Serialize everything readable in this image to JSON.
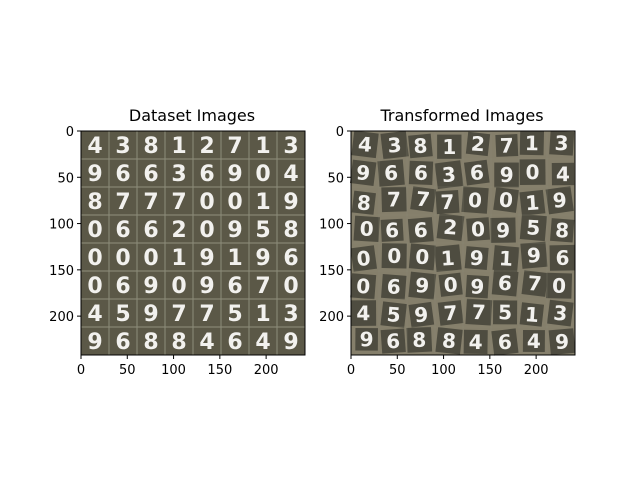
{
  "figure": {
    "panels": [
      {
        "id": "left",
        "title": "Dataset Images",
        "transformed": false,
        "xticks": [
          "0",
          "50",
          "100",
          "150",
          "200"
        ],
        "yticks": [
          "0",
          "50",
          "100",
          "150",
          "200"
        ],
        "digit_rows": [
          [
            "4",
            "3",
            "8",
            "1",
            "2",
            "7",
            "1",
            "3"
          ],
          [
            "9",
            "6",
            "6",
            "3",
            "6",
            "9",
            "0",
            "4"
          ],
          [
            "8",
            "7",
            "7",
            "7",
            "0",
            "0",
            "1",
            "9"
          ],
          [
            "0",
            "6",
            "6",
            "2",
            "0",
            "9",
            "5",
            "8"
          ],
          [
            "0",
            "0",
            "0",
            "1",
            "9",
            "1",
            "9",
            "6"
          ],
          [
            "0",
            "6",
            "9",
            "0",
            "9",
            "6",
            "7",
            "0"
          ],
          [
            "4",
            "5",
            "9",
            "7",
            "7",
            "5",
            "1",
            "3"
          ],
          [
            "9",
            "6",
            "8",
            "8",
            "4",
            "6",
            "4",
            "9"
          ]
        ]
      },
      {
        "id": "right",
        "title": "Transformed Images",
        "transformed": true,
        "xticks": [
          "0",
          "50",
          "100",
          "150",
          "200"
        ],
        "yticks": [
          "0",
          "50",
          "100",
          "150",
          "200"
        ],
        "digit_rows": [
          [
            "4",
            "3",
            "8",
            "1",
            "2",
            "7",
            "1",
            "3"
          ],
          [
            "9",
            "6",
            "6",
            "3",
            "6",
            "9",
            "0",
            "4"
          ],
          [
            "8",
            "7",
            "7",
            "7",
            "0",
            "0",
            "1",
            "9"
          ],
          [
            "0",
            "6",
            "6",
            "2",
            "0",
            "9",
            "5",
            "8"
          ],
          [
            "0",
            "0",
            "0",
            "1",
            "9",
            "1",
            "9",
            "6"
          ],
          [
            "0",
            "6",
            "9",
            "0",
            "9",
            "6",
            "7",
            "0"
          ],
          [
            "4",
            "5",
            "9",
            "7",
            "7",
            "5",
            "1",
            "3"
          ],
          [
            "9",
            "6",
            "8",
            "8",
            "4",
            "6",
            "4",
            "9"
          ]
        ]
      }
    ],
    "colors": {
      "grid_background": "#5b5847",
      "grid_lines": "#8b8a78",
      "digit": "#f2f1ee",
      "transformed_tile": "#4e4c40",
      "transformed_background": "#857f6b"
    }
  }
}
